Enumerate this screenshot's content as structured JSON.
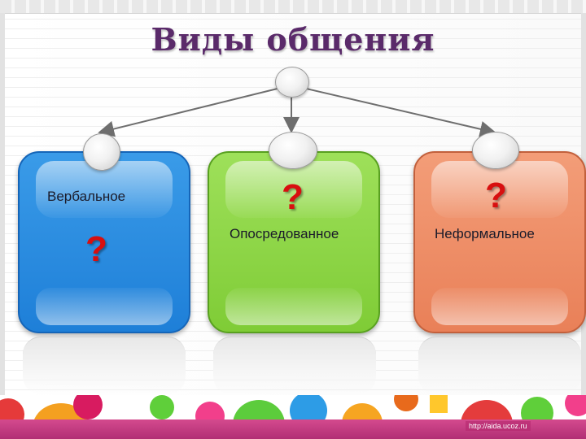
{
  "title": "Виды общения",
  "boxes": [
    {
      "label": "Вербальное",
      "question": "?",
      "color": "#2b8ee2"
    },
    {
      "label": "Опосредованное",
      "question": "?",
      "color": "#8ad444"
    },
    {
      "label": "Неформальное",
      "question": "?",
      "color": "#ee8a64"
    }
  ],
  "credit": "http://aida.ucoz.ru",
  "colors": {
    "title": "#5a2a6a",
    "question_mark": "#d80f0f",
    "connector": "#6e6e6e"
  }
}
